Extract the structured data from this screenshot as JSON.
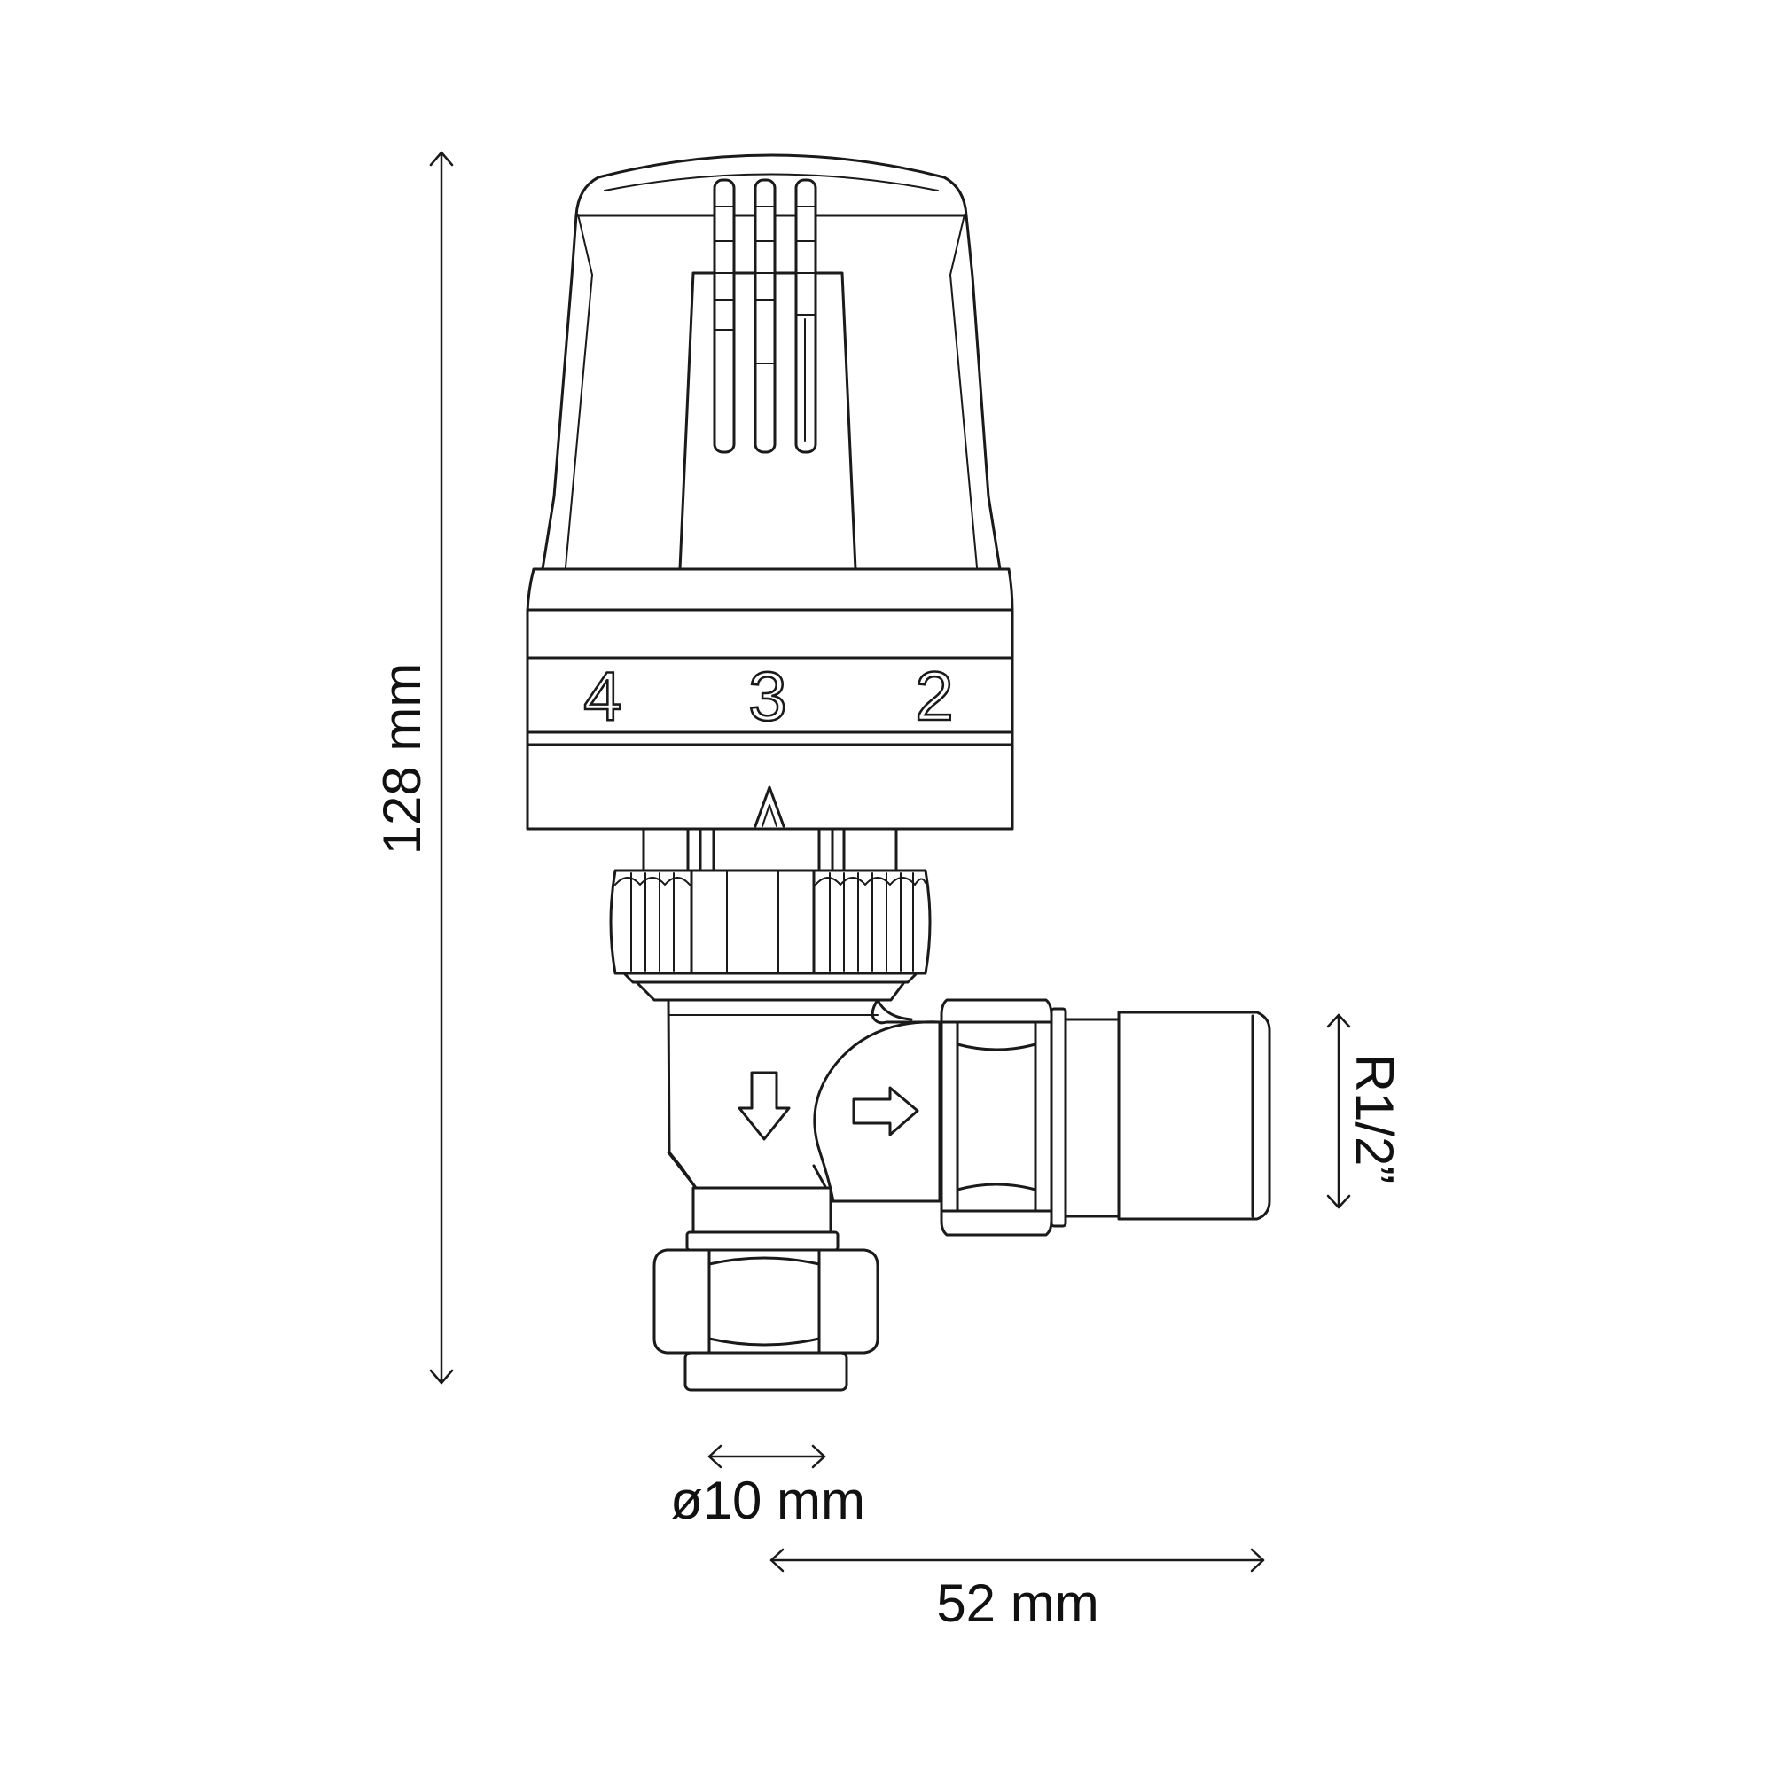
{
  "dial": {
    "mark_left": "4",
    "mark_center": "3",
    "mark_right": "2"
  },
  "dimensions": {
    "height": "128 mm",
    "thread": "R1/2”",
    "pipe_diameter": "ø10 mm",
    "depth": "52 mm"
  }
}
